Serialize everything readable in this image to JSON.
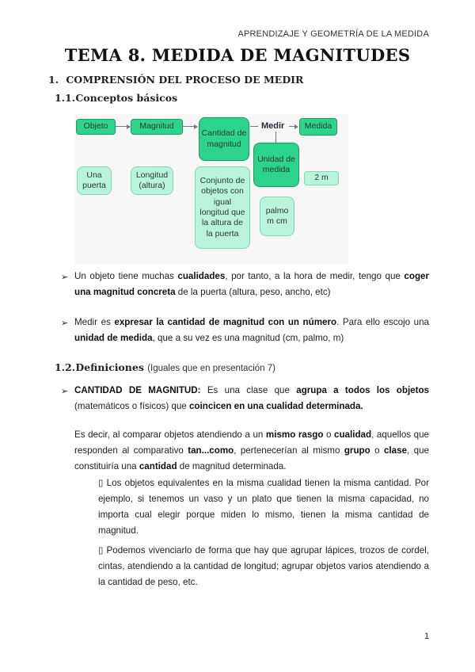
{
  "header": {
    "running_title": "APRENDIZAJE  Y GEOMETRÍA DE LA MEDIDA"
  },
  "title": "TEMA 8. MEDIDA DE MAGNITUDES",
  "section1": {
    "number": "1.",
    "label": "COMPRENSIÓN DEL PROCESO DE MEDIR"
  },
  "section1_1": {
    "number": "1.1.",
    "label": "Conceptos básicos"
  },
  "diagram": {
    "top_row": [
      "Objeto",
      "Magnitud",
      "Cantidad de magnitud",
      "Medir",
      "Medida"
    ],
    "unidad": "Unidad de medida",
    "examples": {
      "objeto": "Una puerta",
      "magnitud": "Longitud (altura)",
      "cantidad": "Conjunto de objetos con igual longitud que la altura de la puerta",
      "unidad": "palmo m cm",
      "medida": "2 m"
    },
    "colors": {
      "dark_box": "#2cd38c",
      "light_box": "#b9f3dc",
      "connector": "#6b7d85"
    }
  },
  "bullets": [
    {
      "parts": [
        {
          "t": "Un objeto tiene muchas "
        },
        {
          "b": "cualidades"
        },
        {
          "t": ", por tanto, a la hora de medir, tengo que "
        },
        {
          "b": "coger una magnitud concreta"
        },
        {
          "t": " de la puerta (altura, peso, ancho, etc)"
        }
      ]
    },
    {
      "parts": [
        {
          "t": "Medir es "
        },
        {
          "b": "expresar la cantidad de magnitud con un número"
        },
        {
          "t": ". Para ello escojo una "
        },
        {
          "b": "unidad de medida"
        },
        {
          "t": ", que a su vez es una magnitud (cm, palmo, m)"
        }
      ]
    }
  ],
  "section1_2": {
    "number": "1.2.",
    "label": "Definiciones",
    "note": "(Iguales que en presentación 7)"
  },
  "definition": {
    "parts": [
      {
        "b": "CANTIDAD DE MAGNITUD:"
      },
      {
        "t": " Es una clase que "
      },
      {
        "b": "agrupa a todos los objetos"
      },
      {
        "t": " (matemáticos o físicos) que "
      },
      {
        "b": "coincicen en una cualidad determinada."
      }
    ]
  },
  "explanation": {
    "parts": [
      {
        "t": "Es decir, al comparar objetos atendiendo a un "
      },
      {
        "b": "mismo rasgo"
      },
      {
        "t": " o "
      },
      {
        "b": "cualidad"
      },
      {
        "t": ", aquellos que responden al comparativo "
      },
      {
        "b": "tan...como"
      },
      {
        "t": ", pertenecerían al mismo "
      },
      {
        "b": "grupo"
      },
      {
        "t": " o "
      },
      {
        "b": "clase"
      },
      {
        "t": ", que constituiría una "
      },
      {
        "b": "cantidad"
      },
      {
        "t": " de magnitud determinada."
      }
    ]
  },
  "sub_points": [
    {
      "glyph": "▯",
      "text": "Los objetos equivalentes en la misma cualidad tienen la misma cantidad. Por ejemplo, si tenemos un vaso y un plato que tienen la misma capacidad, no importa cual elegir porque miden lo mismo, tienen la misma cantidad de magnitud."
    },
    {
      "glyph": "▯",
      "text": "Podemos vivenciarlo de forma que hay que agrupar lápices, trozos de cordel, cintas, atendiendo a la cantidad de longitud; agrupar objetos varios atendiendo a la cantidad de peso, etc."
    }
  ],
  "bullet_glyph": "➢",
  "page_number": "1"
}
